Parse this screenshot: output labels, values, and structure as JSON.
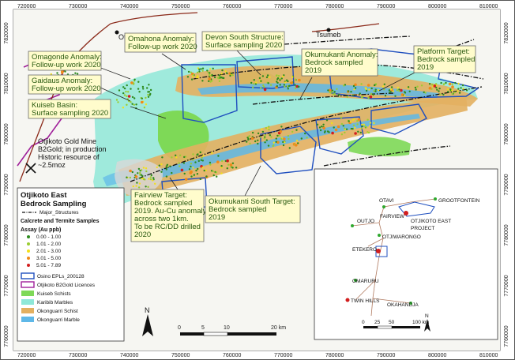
{
  "coords": {
    "x_ticks": [
      "720000",
      "730000",
      "740000",
      "750000",
      "760000",
      "770000",
      "780000",
      "790000",
      "800000",
      "810000"
    ],
    "y_ticks": [
      "7820000",
      "7810000",
      "7800000",
      "7790000",
      "7780000",
      "7770000",
      "7760000"
    ]
  },
  "places": {
    "otavi": "Otavi",
    "tsumeb": "Tsumeb"
  },
  "callouts": {
    "omahona": [
      "Omahona Anomaly:",
      "Follow-up work 2020"
    ],
    "devon": [
      "Devon South Structure:",
      "Surface sampling 2020"
    ],
    "omagonde": [
      "Omagonde Anomaly:",
      "Follow-up work 2020"
    ],
    "gaidaus": [
      "Gaidaus Anomaly:",
      "Follow-up work 2020"
    ],
    "kuiseb": [
      "Kuiseb Basin:",
      "Surface sampling 2020"
    ],
    "okumukanti": [
      "Okumukanti Anomaly:",
      "Bedrock sampled",
      "2019"
    ],
    "platform": [
      "Platform Target:",
      "Bedrock sampled",
      "2019"
    ],
    "fairview": [
      "Fairview Target:",
      "Bedrock sampled",
      "2019. Au-Cu anomaly",
      "across two 1km.",
      "To be RC/DD drilled",
      "2020"
    ],
    "okumukanti_south": [
      "Okumukanti South Target:",
      "Bedrock sampled",
      "2019"
    ]
  },
  "mine_note": [
    "Otjikoto Gold Mine",
    "B2Gold; in production",
    "Historic resource of",
    "~2.5moz"
  ],
  "legend": {
    "title_1": "Otjikoto East",
    "title_2": "Bedrock Sampling",
    "major_structures": "Major_Structures",
    "samples_heading": "Calcrete and Termite Samples",
    "assay_heading": "Assay (Au ppb)",
    "assay_classes": [
      {
        "label": "0.00 - 1.00",
        "color": "#2e8b1e"
      },
      {
        "label": "1.01 - 2.00",
        "color": "#9acd32"
      },
      {
        "label": "2.01 - 3.00",
        "color": "#f2e01a"
      },
      {
        "label": "3.01 - 5.00",
        "color": "#f08a1a"
      },
      {
        "label": "5.01 - 7.89",
        "color": "#d21e1e"
      }
    ],
    "areas": [
      {
        "label": "Osino EPLs_200128",
        "color": "#1f4fbf",
        "style": "outline"
      },
      {
        "label": "Otjikoto B2Gold Licences",
        "color": "#a0209a",
        "style": "outline"
      },
      {
        "label": "Kuiseb Schists",
        "color": "#7ed957",
        "style": "fill"
      },
      {
        "label": "Karibib Marbles",
        "color": "#8fe8d8",
        "style": "fill"
      },
      {
        "label": "Okonguarri Schist",
        "color": "#e3b060",
        "style": "fill"
      },
      {
        "label": "Okonguarri Marble",
        "color": "#5fb8e8",
        "style": "fill"
      }
    ]
  },
  "scalebar": {
    "labels": [
      "0",
      "5",
      "10",
      "20 km"
    ]
  },
  "north_label": "N",
  "inset": {
    "places": [
      "OTAVI",
      "GROOTFONTEIN",
      "FAIRVIEW",
      "OTJIKOTO EAST",
      "PROJECT",
      "OUTJO",
      "OTJIWARONGO",
      "ETEKERO",
      "OMARURU",
      "TWIN HILLS",
      "OKAHANDJA"
    ],
    "scale_labels": [
      "0",
      "25",
      "50",
      "100 km"
    ],
    "north_label": "N"
  }
}
